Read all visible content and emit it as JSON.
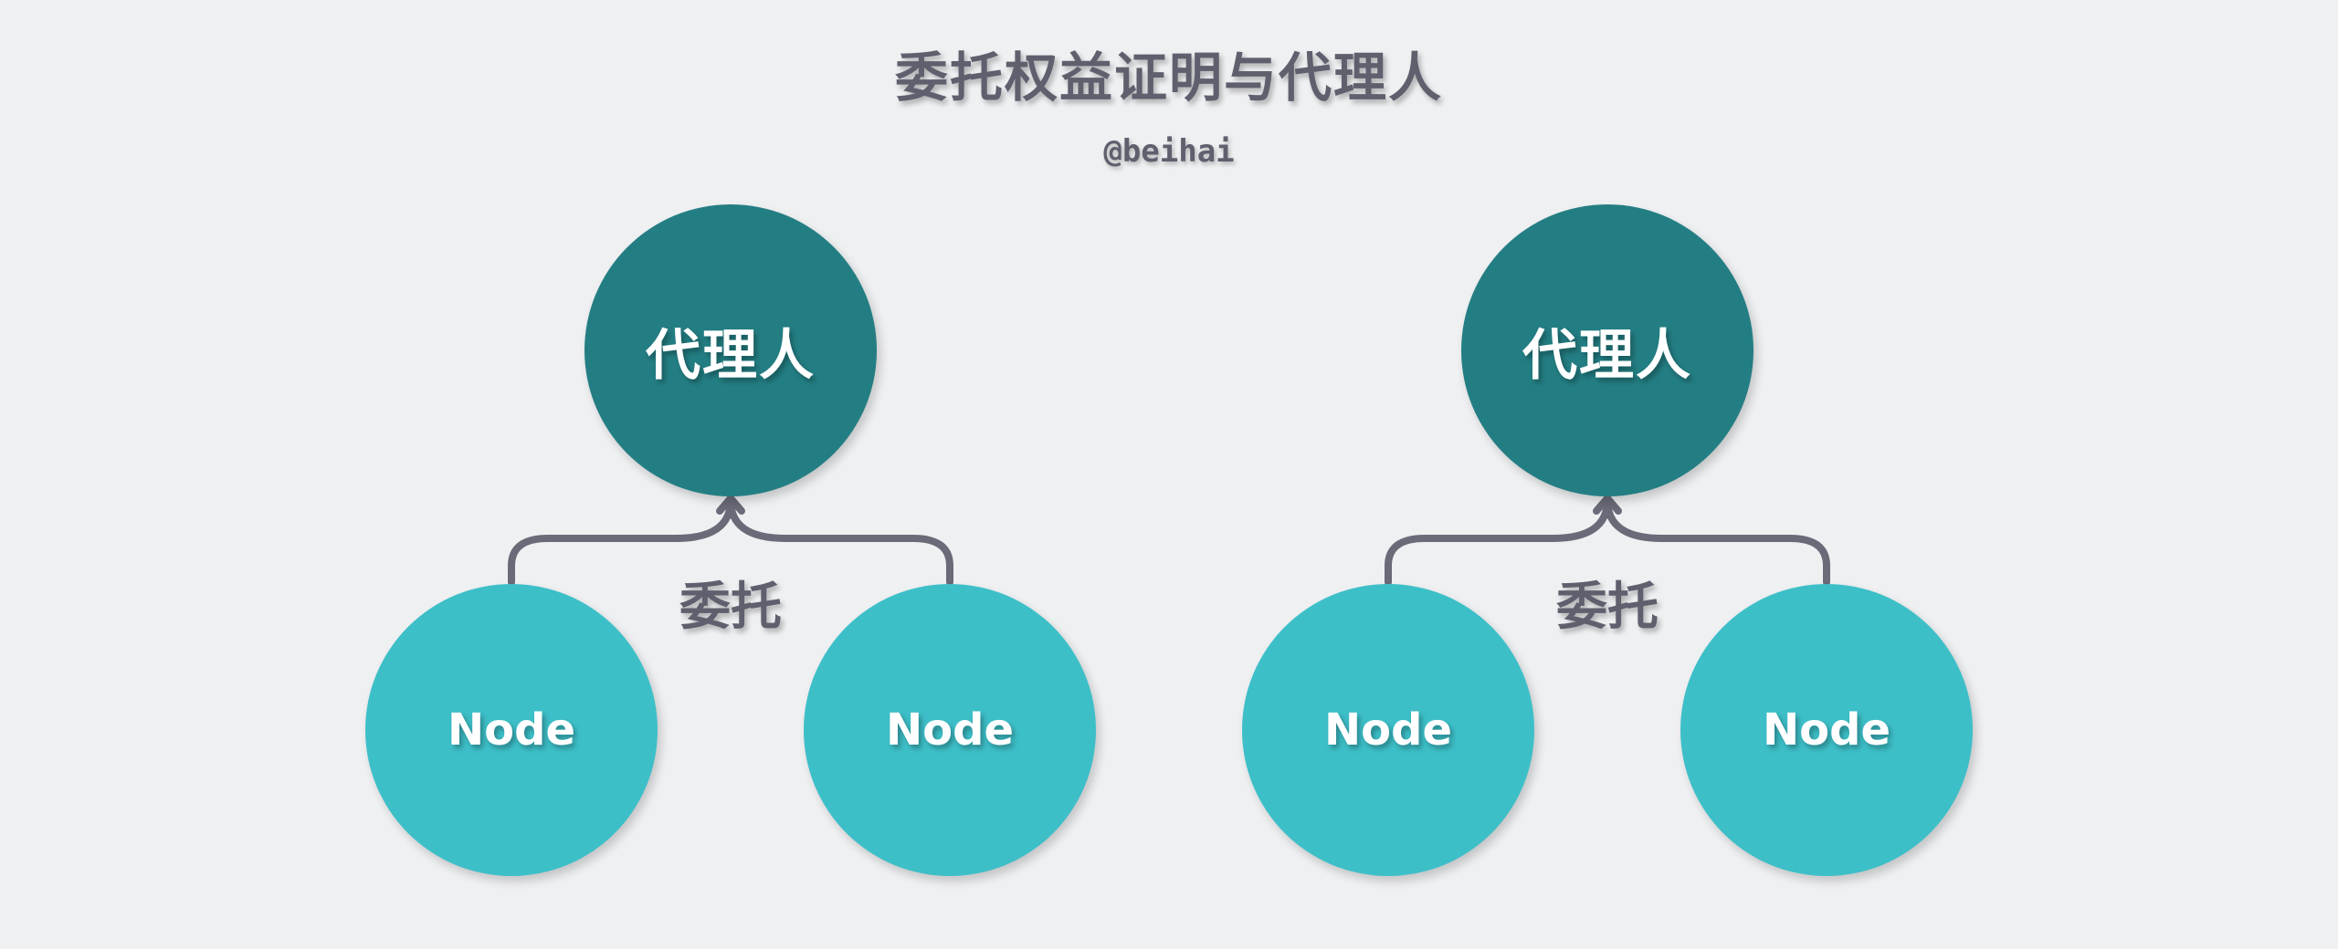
{
  "header": {
    "title": "委托权益证明与代理人",
    "subtitle": "@beihai"
  },
  "colors": {
    "background": "#eff0f2",
    "agent_node": "#237e83",
    "member_node": "#3dbfc8",
    "text_dark": "#5f5f6e",
    "connector": "#6a6a78"
  },
  "groups": [
    {
      "agent_label": "代理人",
      "edge_label": "委托",
      "members": [
        {
          "label": "Node"
        },
        {
          "label": "Node"
        }
      ]
    },
    {
      "agent_label": "代理人",
      "edge_label": "委托",
      "members": [
        {
          "label": "Node"
        },
        {
          "label": "Node"
        }
      ]
    }
  ]
}
